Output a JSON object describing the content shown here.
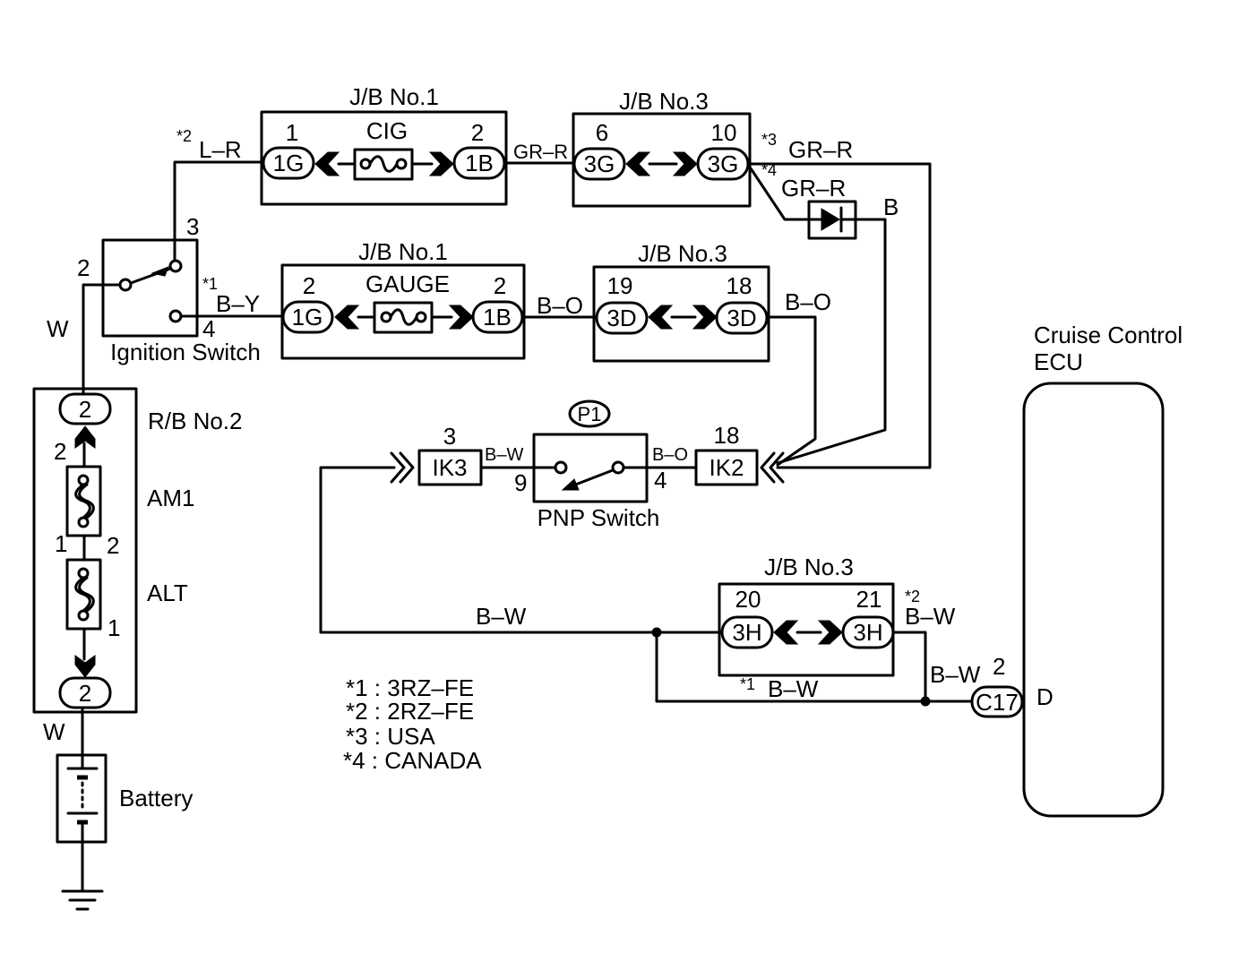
{
  "colors": {
    "line": "#000000",
    "background": "#ffffff"
  },
  "jb1_cig": {
    "title": "J/B No.1",
    "pin_left": "1",
    "fuse": "CIG",
    "pin_right": "2",
    "conn_left": "1G",
    "conn_right": "1B"
  },
  "jb3_3g": {
    "title": "J/B No.3",
    "pin_left": "6",
    "pin_right": "10",
    "conn_left": "3G",
    "conn_right": "3G"
  },
  "jb1_gauge": {
    "title": "J/B No.1",
    "pin_left": "2",
    "fuse": "GAUGE",
    "pin_right": "2",
    "conn_left": "1G",
    "conn_right": "1B"
  },
  "jb3_3d": {
    "title": "J/B No.3",
    "pin_left": "19",
    "pin_right": "18",
    "conn_left": "3D",
    "conn_right": "3D"
  },
  "jb3_3h": {
    "title": "J/B No.3",
    "pin_left": "20",
    "pin_right": "21",
    "conn_left": "3H",
    "conn_right": "3H"
  },
  "ignition_switch": {
    "label": "Ignition Switch",
    "pin_2": "2",
    "pin_3": "3",
    "pin_4": "4"
  },
  "rb2": {
    "title": "R/B No.2",
    "conn_top": "2",
    "pin_top": "2",
    "fuse_am1": "AM1",
    "pin_am1_left": "1",
    "pin_am1_right": "2",
    "fuse_alt": "ALT",
    "pin_alt": "1",
    "conn_bottom": "2"
  },
  "battery": {
    "label": "Battery"
  },
  "pnp_switch": {
    "label": "PNP Switch",
    "connector": "P1",
    "pin_9": "9",
    "pin_4": "4"
  },
  "ik3": {
    "label": "IK3",
    "pin": "3"
  },
  "ik2": {
    "label": "IK2",
    "pin": "18"
  },
  "c17": {
    "label": "C17",
    "pin": "2"
  },
  "ecu": {
    "label_line1": "Cruise Control",
    "label_line2": "ECU",
    "terminal": "D"
  },
  "wires": {
    "ig_to_cig": {
      "mark": "*2",
      "color": "L–R"
    },
    "ig_to_gauge": {
      "mark": "*1",
      "color": "B–Y"
    },
    "rb_to_ig": "W",
    "rb_to_battery": "W",
    "cig_to_jb3": "GR–R",
    "jb3_usa": {
      "mark": "*3",
      "color": "GR–R"
    },
    "jb3_canada": {
      "mark": "*4",
      "color": "GR–R"
    },
    "diode_out": "B",
    "gauge_to_jb3": "B–O",
    "jb3_to_ik2": "B–O",
    "pnp_in": "B–O",
    "pnp_out": "B–W",
    "ik3_loop": "B–W",
    "jb3h_out": {
      "mark": "*2",
      "color": "B–W"
    },
    "bypass": {
      "mark": "*1",
      "color": "B–W"
    },
    "to_c17": "B–W"
  },
  "notes": [
    "*1 : 3RZ–FE",
    "*2 : 2RZ–FE",
    "*3 : USA",
    "*4 : CANADA"
  ]
}
